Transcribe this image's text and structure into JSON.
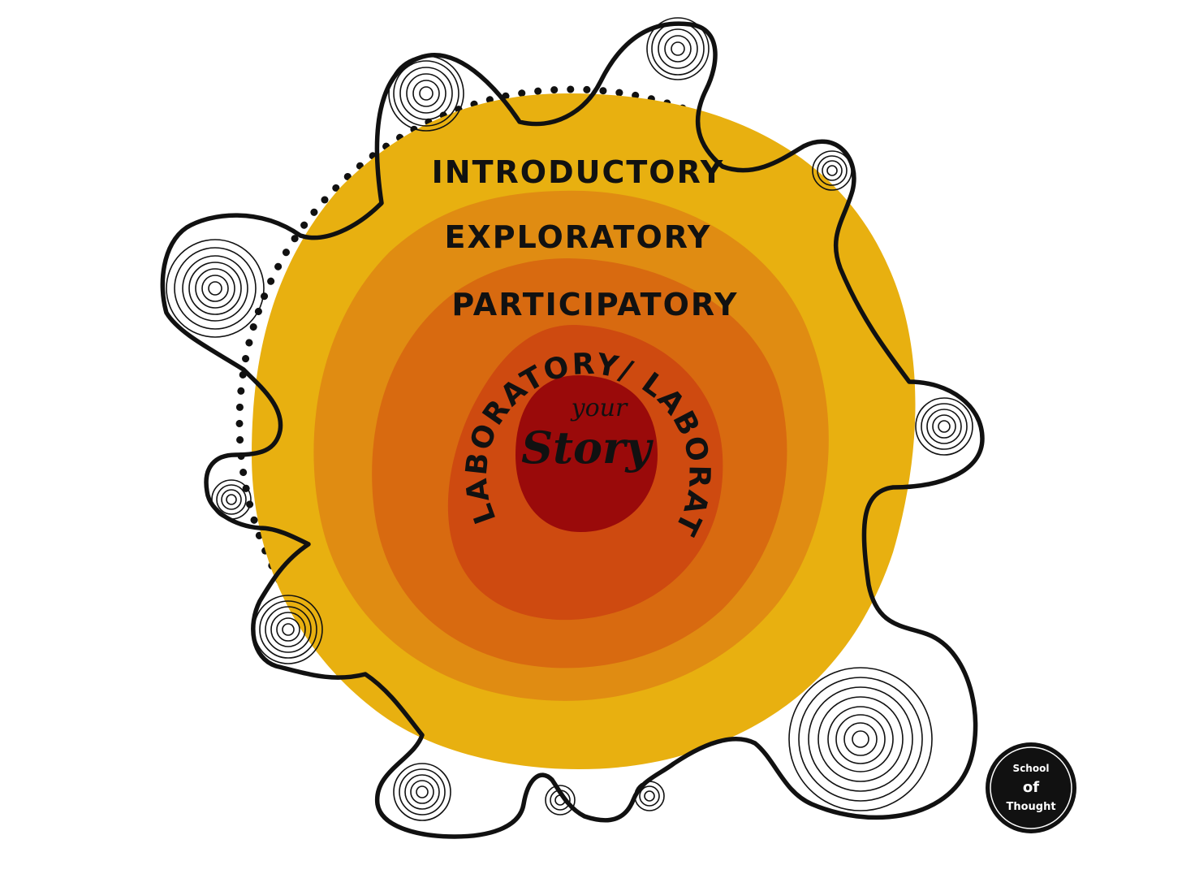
{
  "diagram": {
    "rings": [
      {
        "label": "INTRODUCTORY",
        "color": "#E8B010"
      },
      {
        "label": "EXPLORATORY",
        "color": "#E08C12"
      },
      {
        "label": "PARTICIPATORY",
        "color": "#D86A10"
      },
      {
        "label": "COLLABORATORY/ LABORATORY",
        "color": "#CE4A10"
      },
      {
        "label": "",
        "color": "#C82010"
      }
    ],
    "center": {
      "small": "your",
      "big": "Story",
      "color": "#9A0A0A"
    },
    "outline_color": "#111111"
  },
  "logo": {
    "line1": "School",
    "line2": "of",
    "line3": "Thought",
    "background": "#111111"
  }
}
